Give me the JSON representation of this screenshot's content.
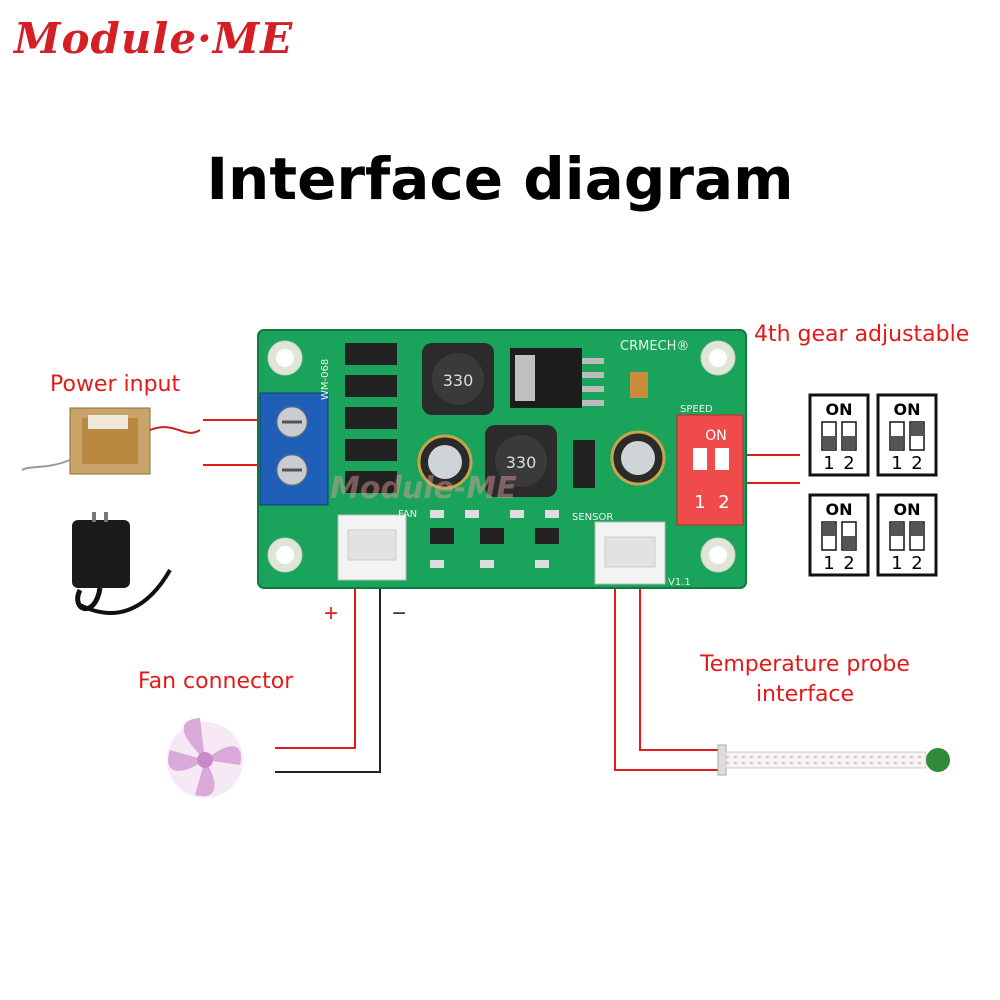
{
  "logo": {
    "text": "Module·ME"
  },
  "title": "Interface diagram",
  "labels": {
    "power_input": "Power input",
    "gear": "4th gear adjustable",
    "fan": "Fan connector",
    "temp_line1": "Temperature probe",
    "temp_line2": "interface",
    "plus": "+",
    "minus": "−"
  },
  "board": {
    "brand": "CRMECH®",
    "model": "WM-068",
    "fan": "FAN",
    "sensor": "SENSOR",
    "speed": "SPEED",
    "v11": "V1.1",
    "inductor1": "330",
    "inductor2": "330",
    "dip_on": "ON",
    "dip_1": "1",
    "dip_2": "2",
    "watermark": "Module-ME"
  },
  "dip_settings": {
    "on_label": "ON",
    "pos1": "1",
    "pos2": "2"
  },
  "colors": {
    "accent_red": "#e31a1a",
    "pcb_green": "#1aa35a",
    "terminal_blue": "#1f5fb8"
  }
}
